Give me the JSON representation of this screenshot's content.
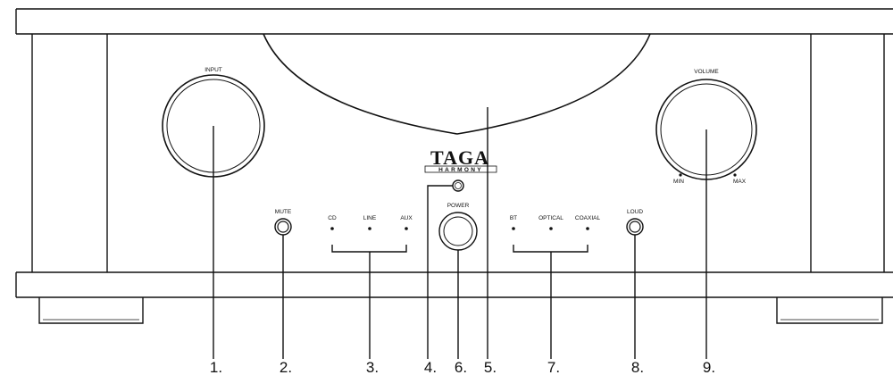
{
  "brand": {
    "name": "TAGA",
    "sub": "HARMONY"
  },
  "panel_labels": {
    "input": "INPUT",
    "volume": "VOLUME",
    "min": "MIN",
    "max": "MAX",
    "mute": "MUTE",
    "power": "POWER",
    "loud": "LOUD",
    "sources_left": [
      "CD",
      "LINE",
      "AUX"
    ],
    "sources_right": [
      "BT",
      "OPTICAL",
      "COAXIAL"
    ]
  },
  "callouts": [
    "1.",
    "2.",
    "3.",
    "4.",
    "6.",
    "5.",
    "7.",
    "8.",
    "9."
  ]
}
